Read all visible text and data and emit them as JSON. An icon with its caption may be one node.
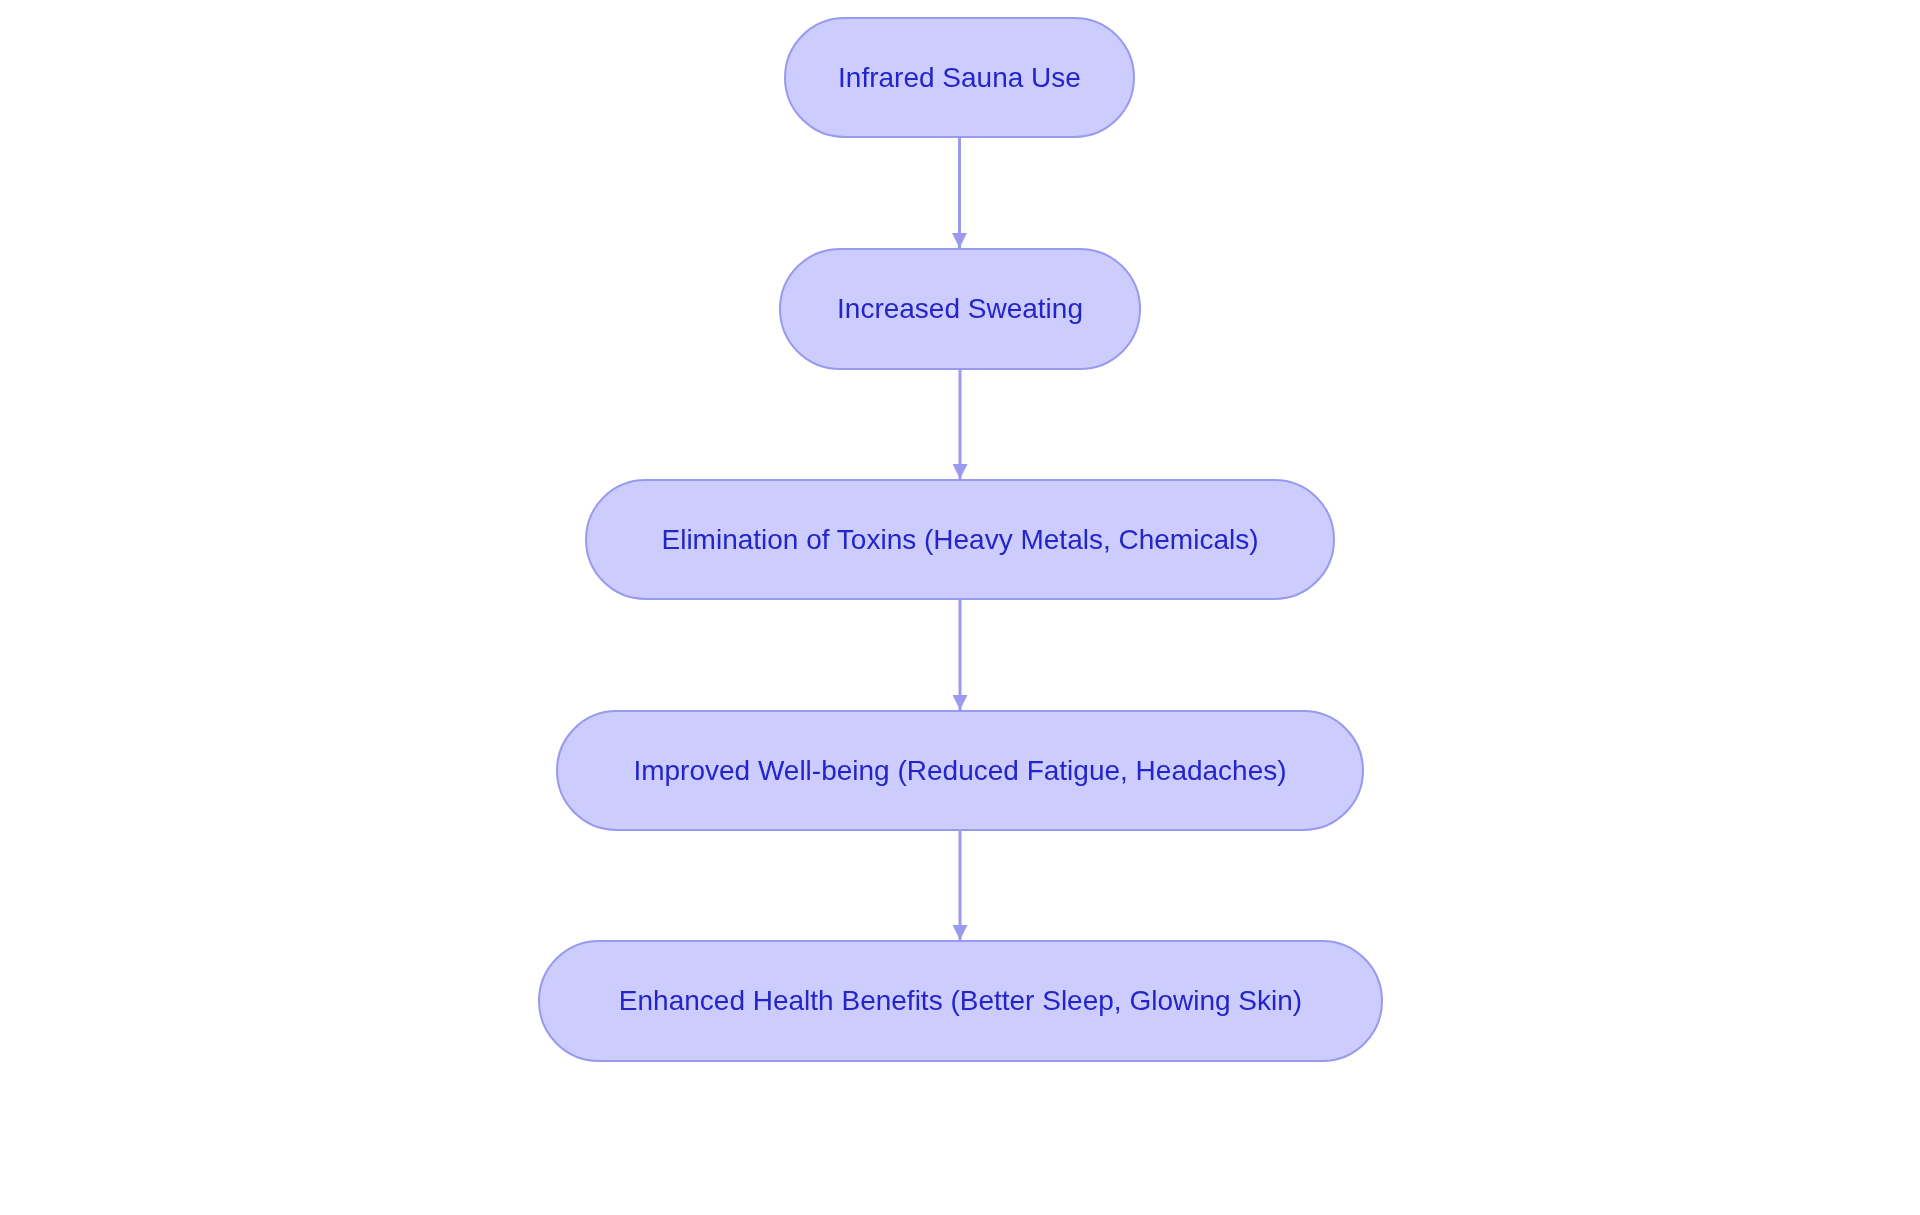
{
  "diagram": {
    "nodes": [
      {
        "text": [
          "Infrared Sauna Use"
        ]
      },
      {
        "text": [
          "Increased Sweating"
        ]
      },
      {
        "text": [
          "Elimination of Toxins (Heavy Metals, Chemicals)"
        ]
      },
      {
        "text": [
          "Improved Well-being (Reduced Fatigue, Headaches)"
        ]
      },
      {
        "text": [
          "Enhanced Health Benefits (Better Sleep, Glowing Skin)"
        ]
      }
    ],
    "edges": [
      {
        "from": 0,
        "to": 1,
        "arrow": "to"
      },
      {
        "from": 1,
        "to": 2,
        "arrow": "to"
      },
      {
        "from": 2,
        "to": 3,
        "arrow": "to"
      },
      {
        "from": 3,
        "to": 4,
        "arrow": "to"
      }
    ]
  }
}
